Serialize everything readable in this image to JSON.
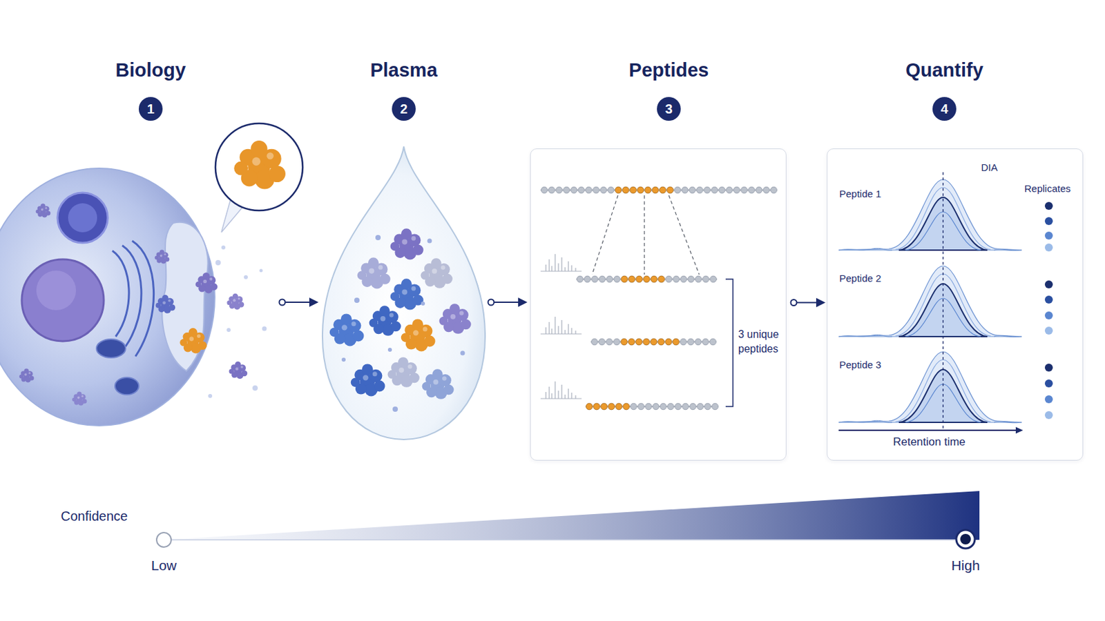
{
  "diagram": {
    "nodes": [
      {
        "text": [
          "Biology",
          "1"
        ]
      },
      {
        "text": [
          "Plasma",
          "2"
        ]
      },
      {
        "text": [
          "Peptides",
          "3"
        ]
      },
      {
        "text": [
          "Quantify",
          "4"
        ]
      },
      {
        "text": [
          "3 unique peptides"
        ]
      },
      {
        "text": [
          "DIA",
          "Replicates",
          "Peptide 1",
          "Peptide 2",
          "Peptide 3",
          "Retention time"
        ]
      }
    ],
    "edges": [
      {
        "from": 4,
        "to": 5,
        "arrow": "to"
      }
    ],
    "labels": [
      "Confidence",
      "Low",
      "High"
    ]
  }
}
